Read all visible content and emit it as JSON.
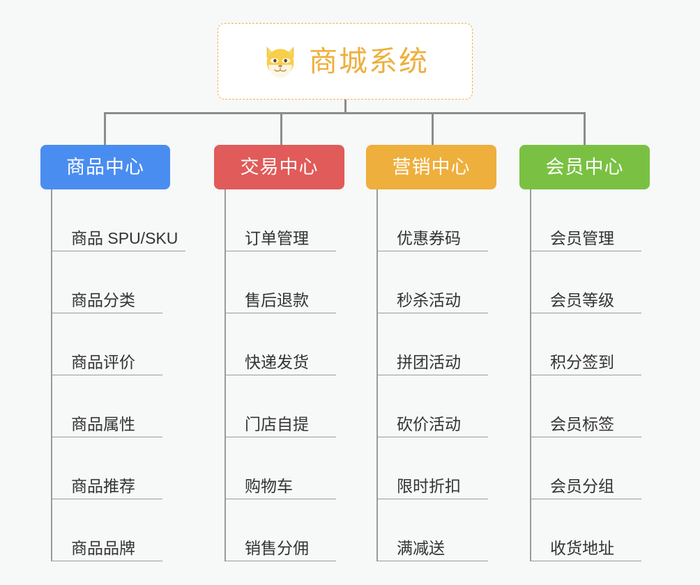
{
  "diagram": {
    "title": "商城系统",
    "root": {
      "label": "商城系统",
      "icon": "shiba-dog-icon",
      "border_color": "#f0b24a",
      "text_color": "#eeaf3c",
      "background": "#ffffff"
    },
    "connector_color": "#8c8c8c",
    "background": "#f7f8f8",
    "columns": [
      {
        "label": "商品中心",
        "color": "#4a8df0",
        "items": [
          "商品 SPU/SKU",
          "商品分类",
          "商品评价",
          "商品属性",
          "商品推荐",
          "商品品牌"
        ]
      },
      {
        "label": "交易中心",
        "color": "#e05b59",
        "items": [
          "订单管理",
          "售后退款",
          "快递发货",
          "门店自提",
          "购物车",
          "销售分佣"
        ]
      },
      {
        "label": "营销中心",
        "color": "#eeaf3c",
        "items": [
          "优惠券码",
          "秒杀活动",
          "拼团活动",
          "砍价活动",
          "限时折扣",
          "满减送"
        ]
      },
      {
        "label": "会员中心",
        "color": "#7ac143",
        "items": [
          "会员管理",
          "会员等级",
          "积分签到",
          "会员标签",
          "会员分组",
          "收货地址"
        ]
      }
    ]
  }
}
